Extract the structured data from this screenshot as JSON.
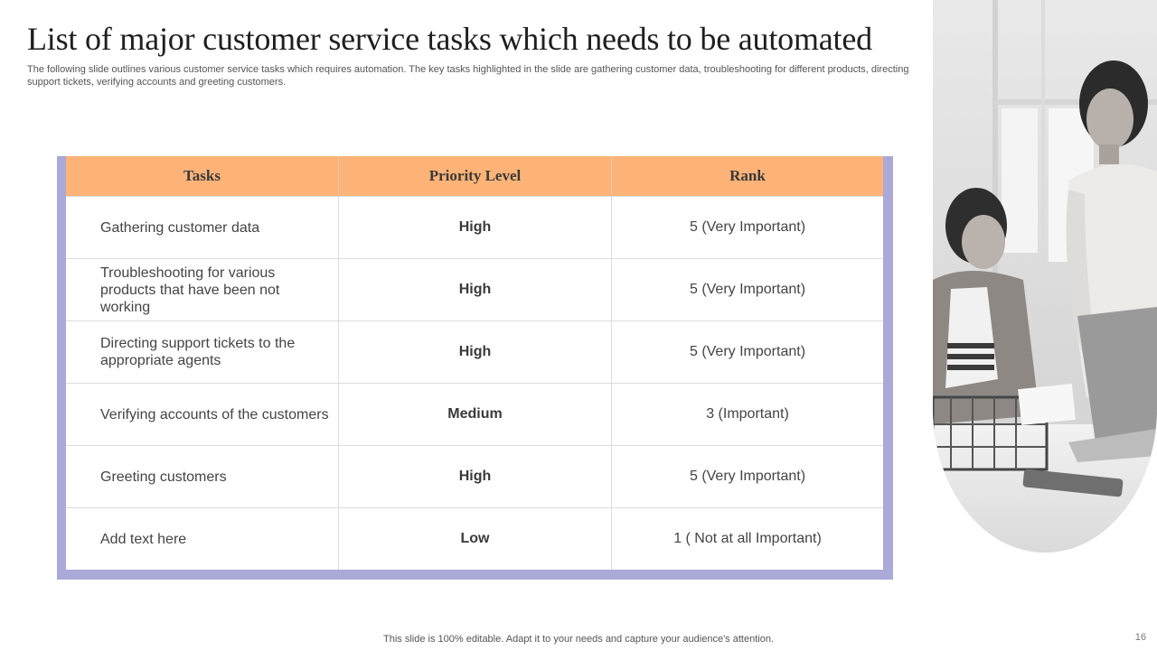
{
  "slide": {
    "title": "List of major customer service tasks which needs to be automated",
    "subtitle": "The following slide outlines various customer service tasks which requires automation. The key tasks highlighted in the slide are gathering customer data, troubleshooting for different products, directing support tickets, verifying accounts and greeting customers.",
    "footer": "This slide is 100% editable. Adapt it to your needs and capture your audience's attention.",
    "page_number": "16"
  },
  "table": {
    "headers": [
      "Tasks",
      "Priority Level",
      "Rank"
    ],
    "rows": [
      {
        "task": "Gathering customer data",
        "priority": "High",
        "rank": "5 (Very Important)"
      },
      {
        "task": "Troubleshooting for various products that have been not working",
        "priority": "High",
        "rank": "5 (Very Important)"
      },
      {
        "task": "Directing support tickets to the appropriate agents",
        "priority": "High",
        "rank": "5 (Very Important)"
      },
      {
        "task": "Verifying accounts of the customers",
        "priority": "Medium",
        "rank": "3 (Important)"
      },
      {
        "task": "Greeting customers",
        "priority": "High",
        "rank": "5 (Very Important)"
      },
      {
        "task": "Add text here",
        "priority": "Low",
        "rank": "1 ( Not at all Important)"
      }
    ]
  },
  "colors": {
    "header_fill": "#fdb377",
    "table_frame": "#aaa9d7"
  },
  "image": {
    "icon": "office-workers-photo"
  }
}
